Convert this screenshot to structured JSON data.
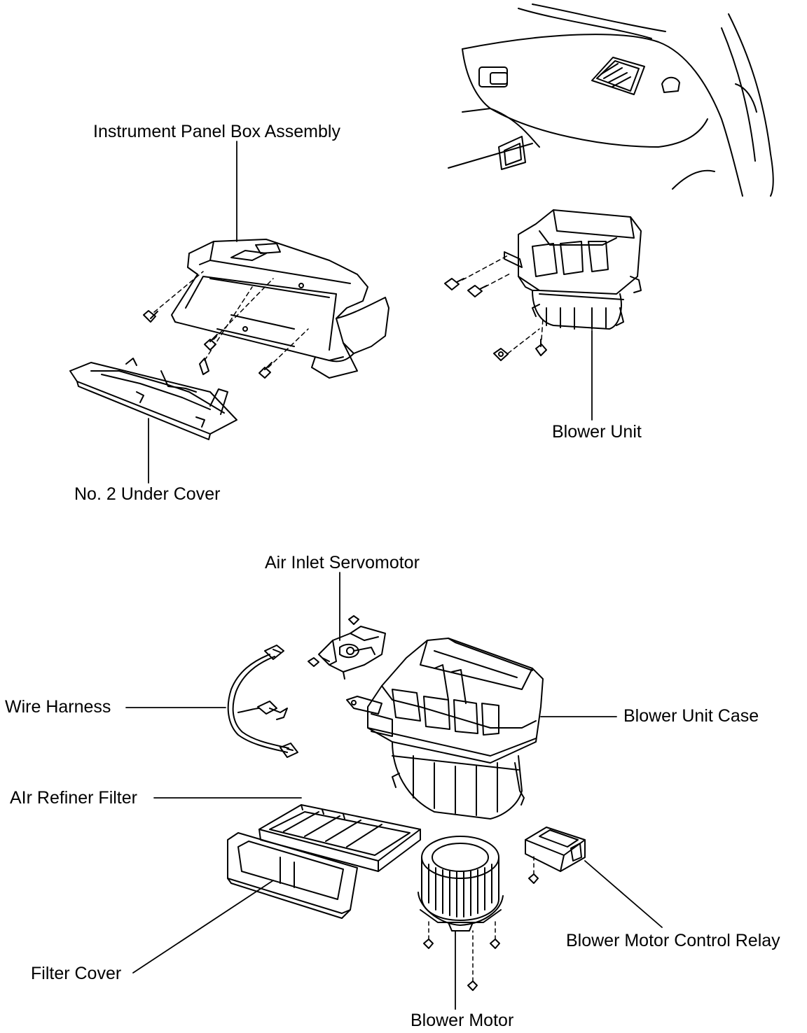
{
  "labels": {
    "instrument_panel_box": "Instrument Panel Box Assembly",
    "no2_under_cover": "No. 2 Under Cover",
    "blower_unit": "Blower Unit",
    "air_inlet_servomotor": "Air Inlet Servomotor",
    "wire_harness": "Wire Harness",
    "blower_unit_case": "Blower Unit Case",
    "air_refiner_filter": "AIr Refiner Filter",
    "filter_cover": "Filter Cover",
    "blower_motor": "Blower Motor",
    "blower_motor_control_relay": "Blower Motor Control Relay"
  },
  "colors": {
    "ink": "#000000",
    "paper": "#ffffff"
  }
}
